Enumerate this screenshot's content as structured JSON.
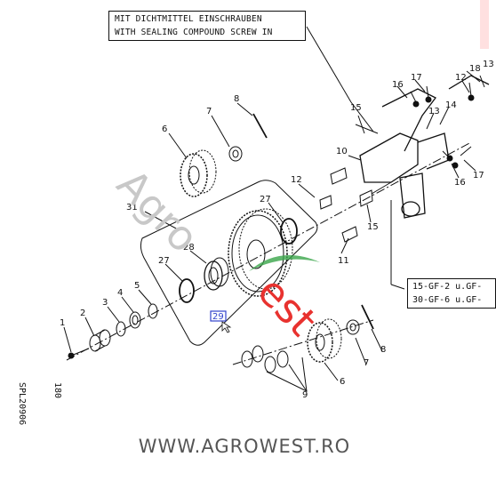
{
  "note": {
    "line1": "MIT DICHTMITTEL EINSCHRAUBEN",
    "line2": "WITH SEALING COMPOUND SCREW IN"
  },
  "ref_box": {
    "line1": "15-GF-2 u.GF-",
    "line2": "30-GF-6 u.GF-"
  },
  "drawing": {
    "number": "SPL20906",
    "sub": "180"
  },
  "footer": {
    "website": "WWW.AGROWEST.RO"
  },
  "watermark": {
    "part1": "Agro",
    "part2": "est"
  },
  "callouts": [
    {
      "id": "c1",
      "label": "1"
    },
    {
      "id": "c2",
      "label": "2"
    },
    {
      "id": "c3",
      "label": "3"
    },
    {
      "id": "c4",
      "label": "4"
    },
    {
      "id": "c5",
      "label": "5"
    },
    {
      "id": "c6a",
      "label": "6"
    },
    {
      "id": "c6b",
      "label": "6"
    },
    {
      "id": "c7a",
      "label": "7"
    },
    {
      "id": "c7b",
      "label": "7"
    },
    {
      "id": "c8a",
      "label": "8"
    },
    {
      "id": "c8b",
      "label": "8"
    },
    {
      "id": "c9",
      "label": "9"
    },
    {
      "id": "c10",
      "label": "10"
    },
    {
      "id": "c11",
      "label": "11"
    },
    {
      "id": "c12a",
      "label": "12"
    },
    {
      "id": "c12b",
      "label": "12"
    },
    {
      "id": "c13a",
      "label": "13"
    },
    {
      "id": "c13b",
      "label": "13"
    },
    {
      "id": "c14",
      "label": "14"
    },
    {
      "id": "c15a",
      "label": "15"
    },
    {
      "id": "c15b",
      "label": "15"
    },
    {
      "id": "c16a",
      "label": "16"
    },
    {
      "id": "c16b",
      "label": "16"
    },
    {
      "id": "c17a",
      "label": "17"
    },
    {
      "id": "c17b",
      "label": "17"
    },
    {
      "id": "c18",
      "label": "18"
    },
    {
      "id": "c27a",
      "label": "27"
    },
    {
      "id": "c27b",
      "label": "27"
    },
    {
      "id": "c28",
      "label": "28"
    },
    {
      "id": "c29",
      "label": "29"
    },
    {
      "id": "c31",
      "label": "31"
    }
  ],
  "colors": {
    "line": "#111111",
    "watermark_gray": "#c8c8c8",
    "watermark_red": "#e8322f",
    "watermark_green": "#3aa54a",
    "highlight": "#3344cc"
  }
}
